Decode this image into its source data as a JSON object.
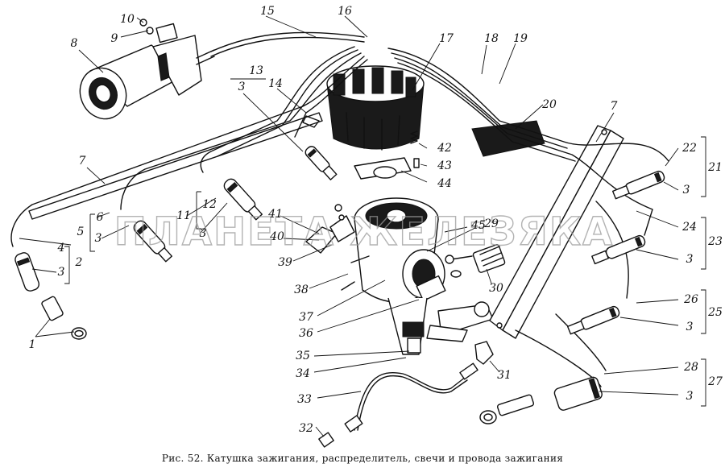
{
  "figure": {
    "caption": "Рис. 52. Катушка зажигания, распределитель, свечи и провода зажигания",
    "watermark": "ПЛАНЕТА ЖЕЛЕЗЯКА"
  },
  "callouts": [
    {
      "id": "c10",
      "text": "10"
    },
    {
      "id": "c9",
      "text": "9"
    },
    {
      "id": "c8",
      "text": "8"
    },
    {
      "id": "c15",
      "text": "15"
    },
    {
      "id": "c16",
      "text": "16"
    },
    {
      "id": "c17",
      "text": "17"
    },
    {
      "id": "c18",
      "text": "18"
    },
    {
      "id": "c19",
      "text": "19"
    },
    {
      "id": "c13",
      "text": "13"
    },
    {
      "id": "c3a",
      "text": "3"
    },
    {
      "id": "c14",
      "text": "14"
    },
    {
      "id": "c20",
      "text": "20"
    },
    {
      "id": "c7a",
      "text": "7"
    },
    {
      "id": "c7b",
      "text": "7"
    },
    {
      "id": "c42",
      "text": "42"
    },
    {
      "id": "c43",
      "text": "43"
    },
    {
      "id": "c44",
      "text": "44"
    },
    {
      "id": "c22",
      "text": "22"
    },
    {
      "id": "c21",
      "text": "21"
    },
    {
      "id": "c3b",
      "text": "3"
    },
    {
      "id": "c12",
      "text": "12"
    },
    {
      "id": "c11",
      "text": "11"
    },
    {
      "id": "c3c",
      "text": "3"
    },
    {
      "id": "c6",
      "text": "6"
    },
    {
      "id": "c5",
      "text": "5"
    },
    {
      "id": "c3d",
      "text": "3"
    },
    {
      "id": "c41",
      "text": "41"
    },
    {
      "id": "c40",
      "text": "40"
    },
    {
      "id": "c39",
      "text": "39"
    },
    {
      "id": "c45",
      "text": "45"
    },
    {
      "id": "c29",
      "text": "29"
    },
    {
      "id": "c24",
      "text": "24"
    },
    {
      "id": "c23",
      "text": "23"
    },
    {
      "id": "c3e",
      "text": "3"
    },
    {
      "id": "c4",
      "text": "4"
    },
    {
      "id": "c3f",
      "text": "3"
    },
    {
      "id": "c2",
      "text": "2"
    },
    {
      "id": "c38",
      "text": "38"
    },
    {
      "id": "c30",
      "text": "30"
    },
    {
      "id": "c37",
      "text": "37"
    },
    {
      "id": "c36",
      "text": "36"
    },
    {
      "id": "c26",
      "text": "26"
    },
    {
      "id": "c25",
      "text": "25"
    },
    {
      "id": "c3g",
      "text": "3"
    },
    {
      "id": "c1",
      "text": "1"
    },
    {
      "id": "c35",
      "text": "35"
    },
    {
      "id": "c34",
      "text": "34"
    },
    {
      "id": "c31",
      "text": "31"
    },
    {
      "id": "c28",
      "text": "28"
    },
    {
      "id": "c27",
      "text": "27"
    },
    {
      "id": "c3h",
      "text": "3"
    },
    {
      "id": "c33",
      "text": "33"
    },
    {
      "id": "c32",
      "text": "32"
    }
  ]
}
